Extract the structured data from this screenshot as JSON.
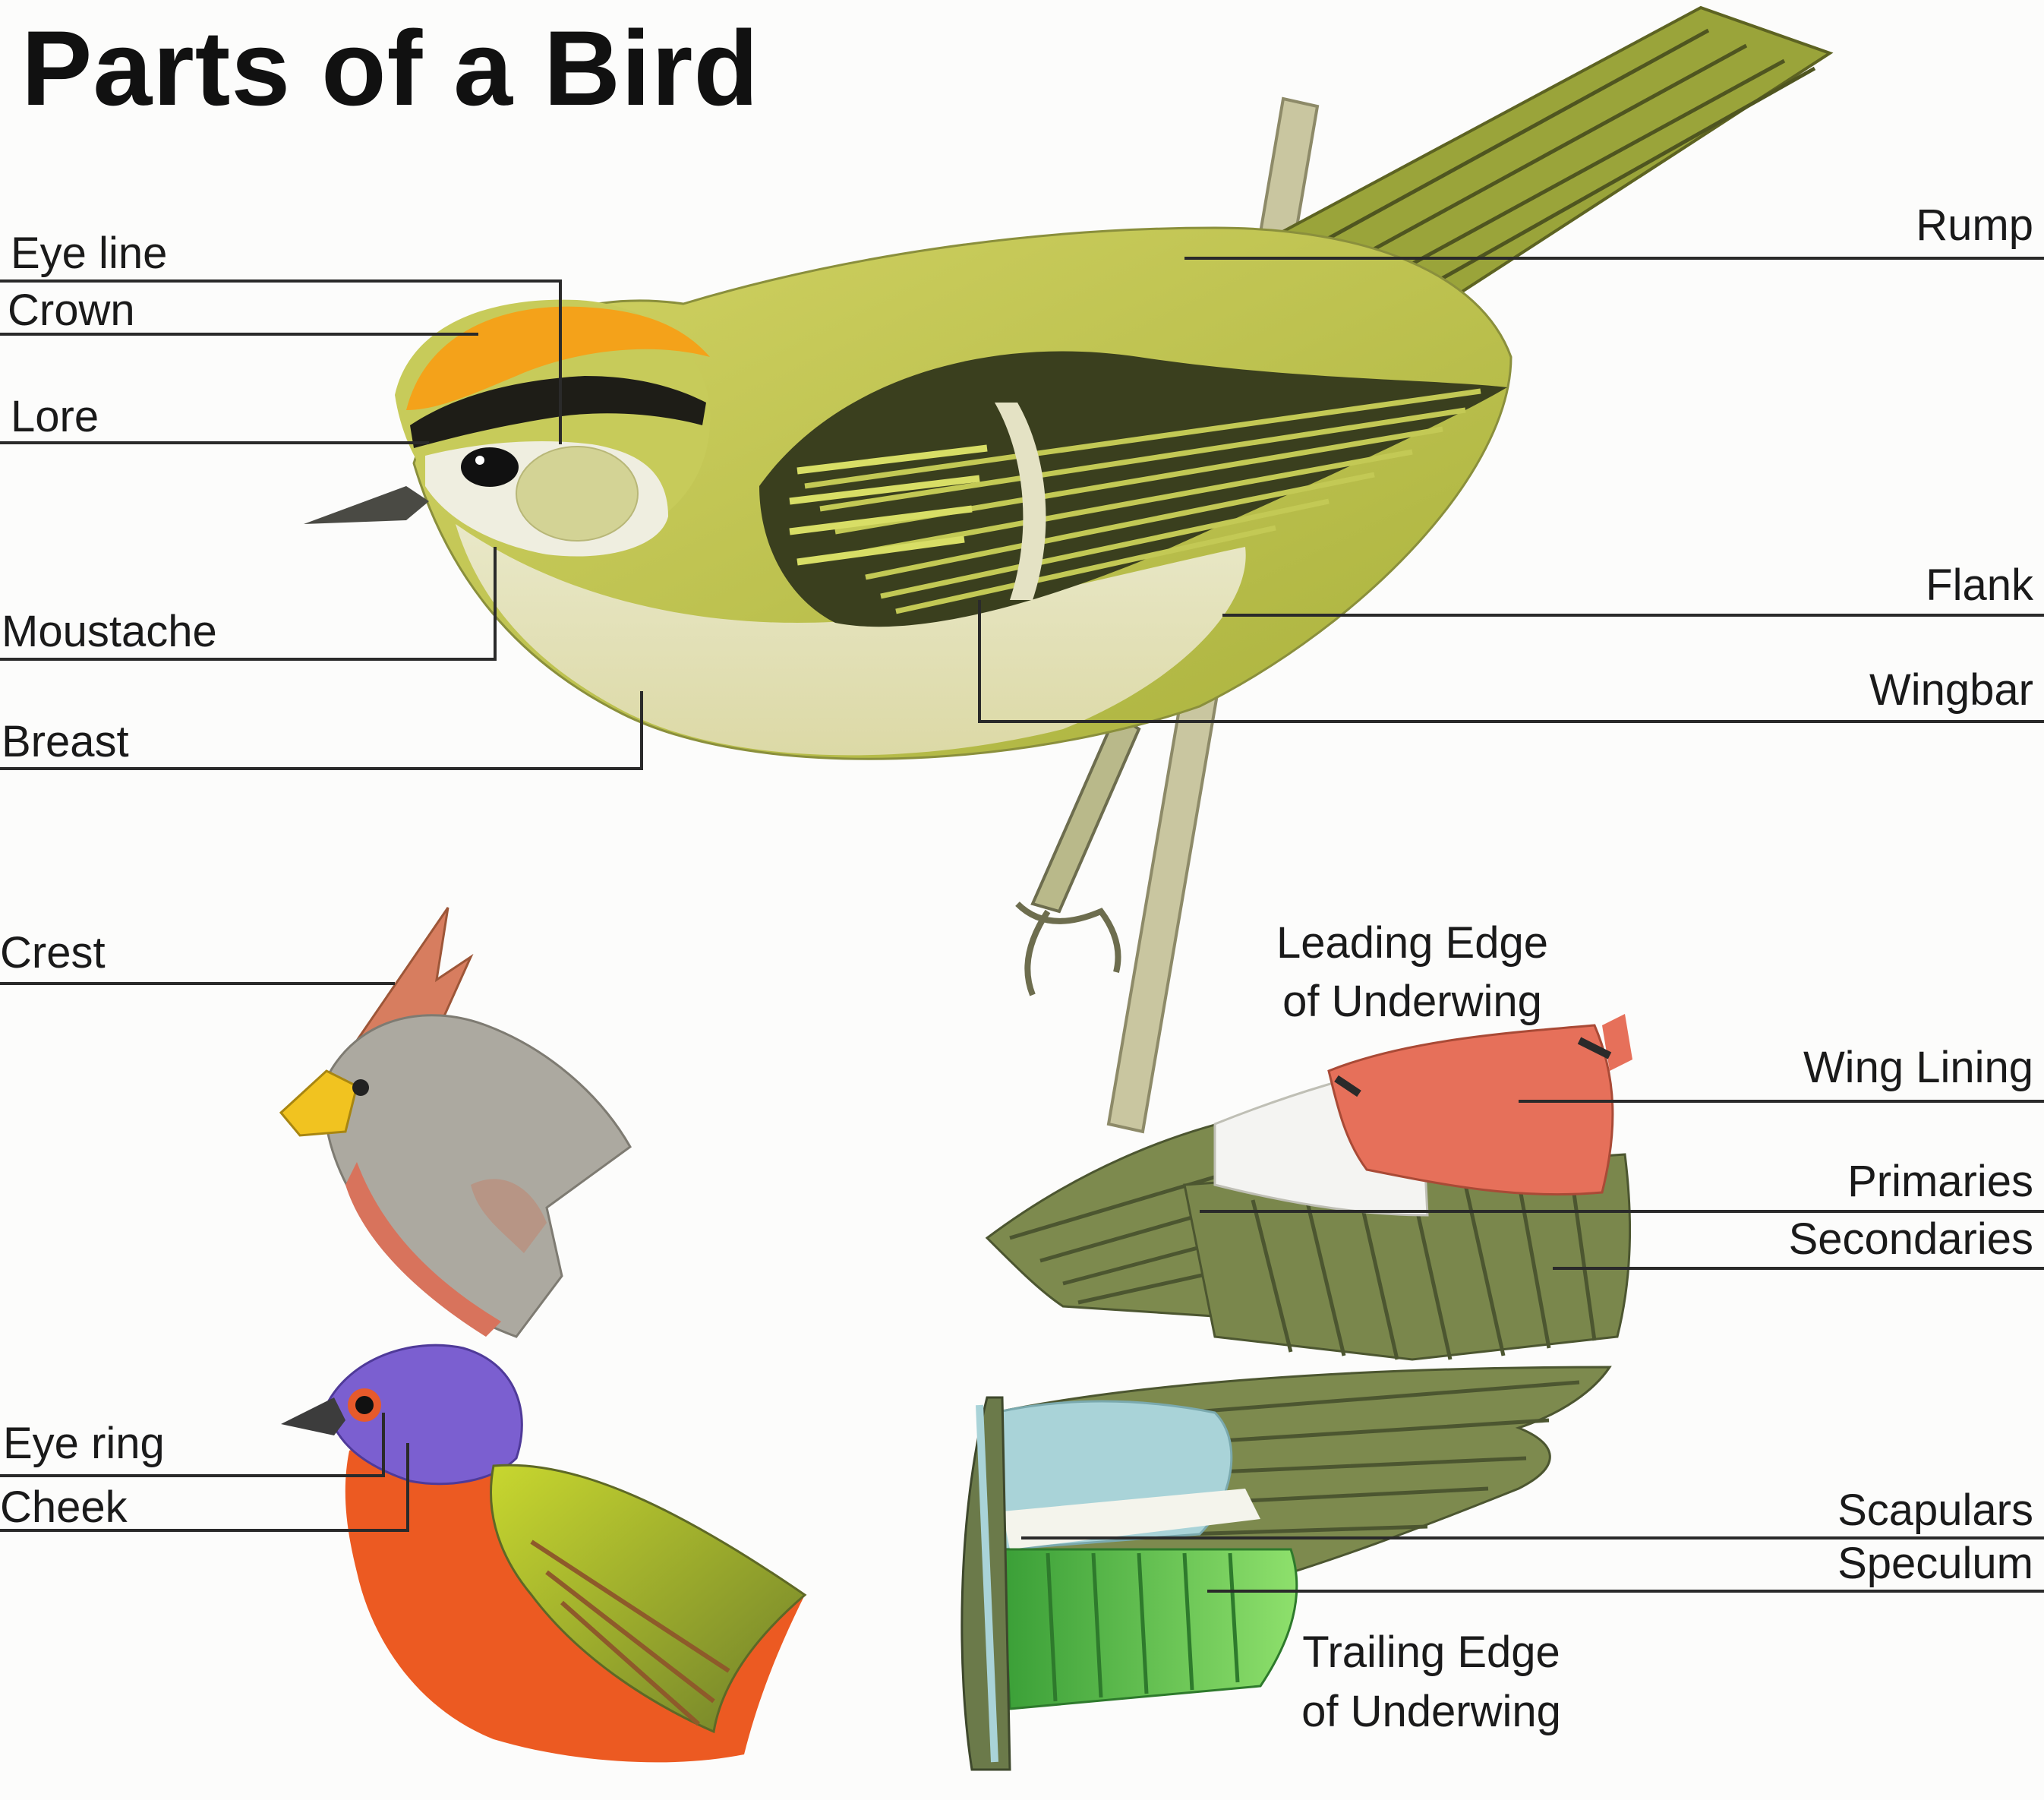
{
  "title": "Parts of a Bird",
  "labels": {
    "eye_line": "Eye line",
    "crown": "Crown",
    "lore": "Lore",
    "moustache": "Moustache",
    "breast": "Breast",
    "crest": "Crest",
    "eye_ring": "Eye ring",
    "cheek": "Cheek",
    "rump": "Rump",
    "flank": "Flank",
    "wingbar": "Wingbar",
    "leading_edge_1": "Leading Edge",
    "leading_edge_2": "of Underwing",
    "wing_lining": "Wing Lining",
    "primaries": "Primaries",
    "secondaries": "Secondaries",
    "scapulars": "Scapulars",
    "speculum": "Speculum",
    "trailing_edge_1": "Trailing Edge",
    "trailing_edge_2": "of Underwing"
  },
  "colors": {
    "leader_line": "#2a2a2a",
    "warbler_body": "#c9cc57",
    "warbler_belly": "#e8e6c2",
    "warbler_crown": "#f4a21a",
    "cardinal_grey": "#a9a79d",
    "cardinal_red": "#d8735c",
    "bunting_blue": "#7b5fd0",
    "bunting_red": "#ec5a22",
    "bunting_green": "#a5b52e",
    "wing_olive": "#7d8a4e",
    "wing_lining": "#e6705a",
    "speculum_green": "#56c24a",
    "scapular_blue": "#a9d3d8"
  }
}
